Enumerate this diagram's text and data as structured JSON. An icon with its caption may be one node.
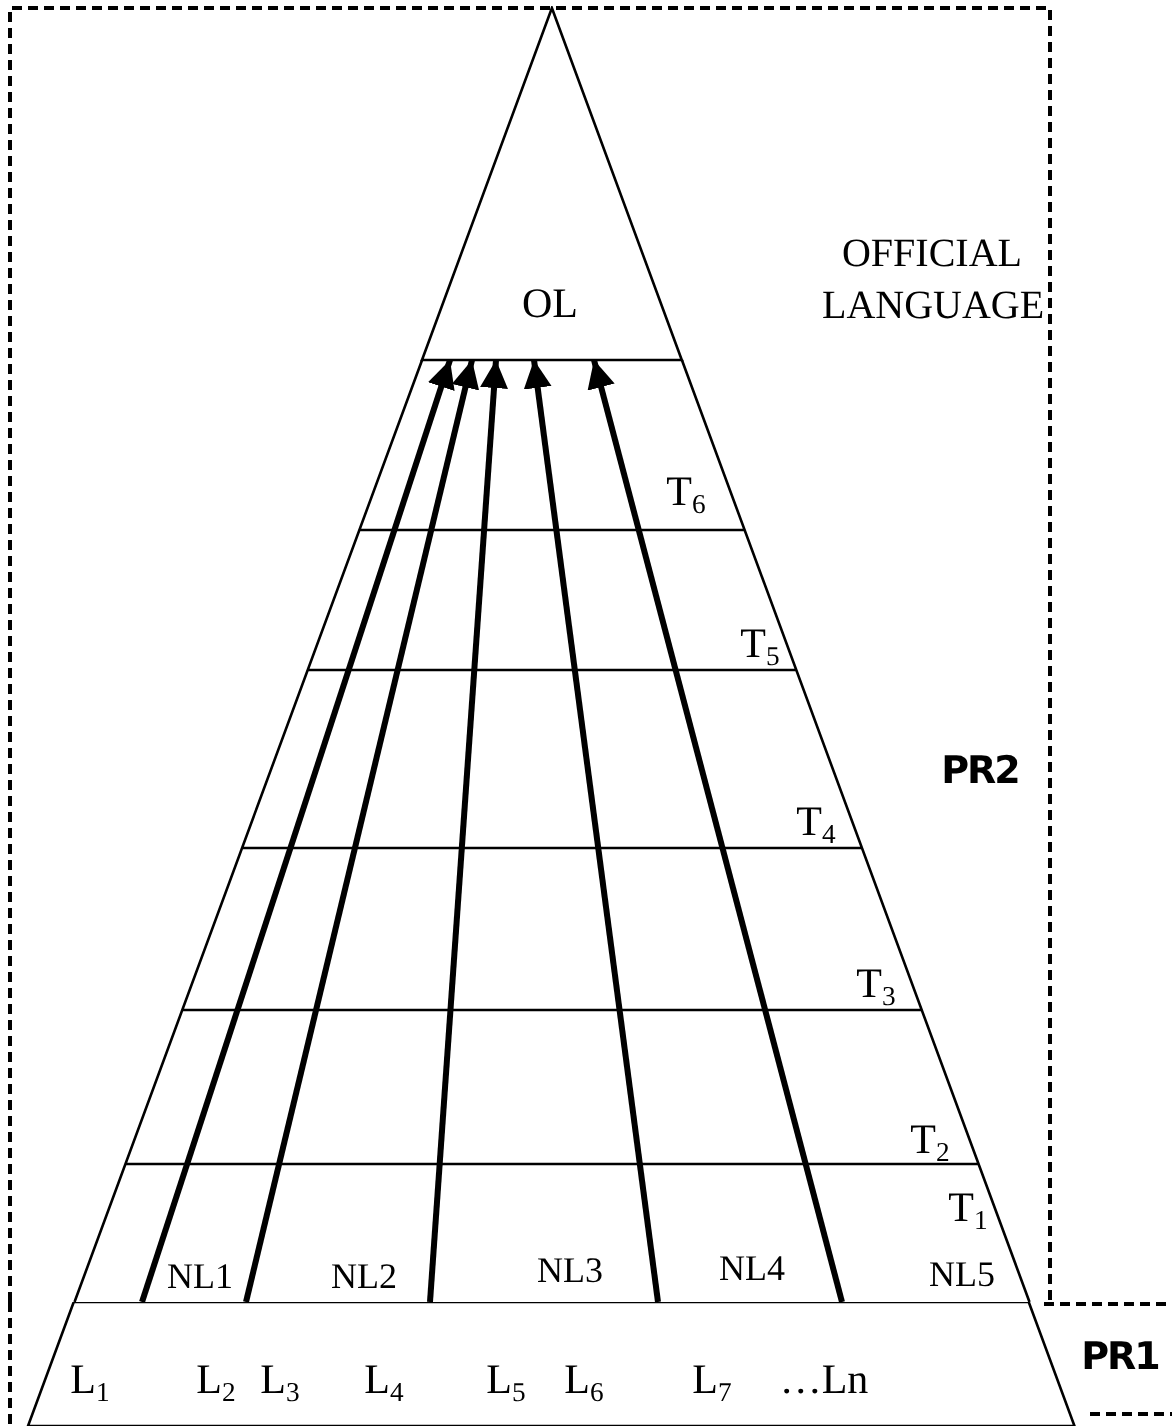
{
  "diagram": {
    "nodes": [
      {
        "text": [
          "PR2"
        ]
      },
      {
        "text": [
          "OL"
        ],
        "beside": [
          "OFFICIAL LANGUAGE"
        ],
        "in": 0
      },
      {
        "text": [
          "PR1"
        ]
      },
      {
        "text": [
          "L$_{1}$",
          "L$_{2}$",
          "L$_{3}$",
          "L$_{4}$",
          "L$_{5}$",
          "L$_{6}$",
          "L$_{7}$",
          "…Ln"
        ],
        "in": 2
      }
    ],
    "edges": [
      {
        "from": 3,
        "to": 1,
        "arrow": "to"
      },
      {
        "from": 3,
        "to": 1,
        "arrow": "to"
      },
      {
        "from": 3,
        "to": 1,
        "arrow": "to"
      },
      {
        "from": 3,
        "to": 1,
        "arrow": "to"
      },
      {
        "from": 3,
        "to": 1,
        "arrow": "to"
      }
    ],
    "labels": [
      "T$_{6}$",
      "T$_{5}$",
      "T$_{4}$",
      "T$_{3}$",
      "T$_{2}$",
      "T$_{1}$",
      "NL1",
      "NL2",
      "NL3",
      "NL4",
      "NL5"
    ]
  }
}
